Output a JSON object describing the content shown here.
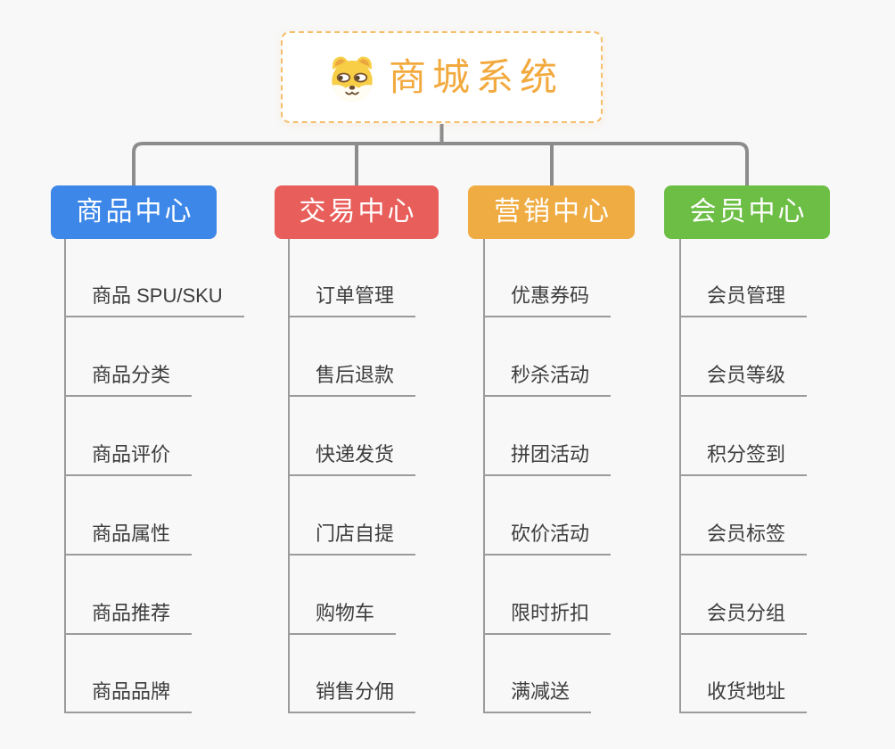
{
  "root": {
    "title": "商城系统",
    "icon": "dog-icon"
  },
  "branches": [
    {
      "label": "商品中心",
      "color": "#3D87E8",
      "children": [
        "商品 SPU/SKU",
        "商品分类",
        "商品评价",
        "商品属性",
        "商品推荐",
        "商品品牌"
      ]
    },
    {
      "label": "交易中心",
      "color": "#E85E5A",
      "children": [
        "订单管理",
        "售后退款",
        "快递发货",
        "门店自提",
        "购物车",
        "销售分佣"
      ]
    },
    {
      "label": "营销中心",
      "color": "#EFAC43",
      "children": [
        "优惠券码",
        "秒杀活动",
        "拼团活动",
        "砍价活动",
        "限时折扣",
        "满减送"
      ]
    },
    {
      "label": "会员中心",
      "color": "#6CBE45",
      "children": [
        "会员管理",
        "会员等级",
        "积分签到",
        "会员标签",
        "会员分组",
        "收货地址"
      ]
    }
  ],
  "theme": {
    "background": "#F8F8F8",
    "connector_line": "#8C8C8C",
    "leaf_line": "#9B9B9B",
    "leaf_text": "#3D3D3D",
    "root_border": "#F5BE6B",
    "root_text": "#F2A93E"
  }
}
